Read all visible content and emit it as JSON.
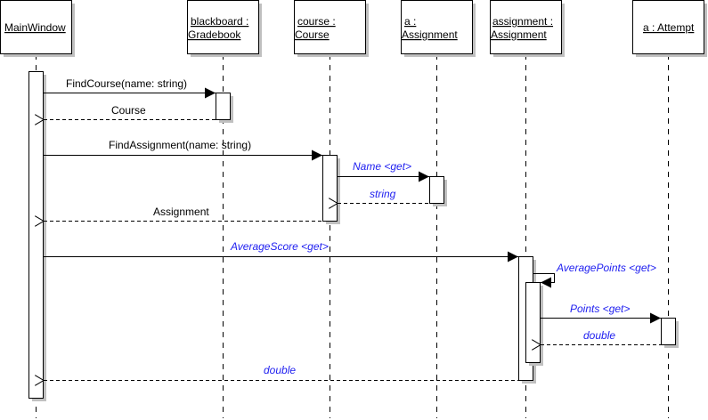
{
  "diagram": {
    "type": "UML sequence diagram",
    "colors": {
      "line": "#000000",
      "shadow": "#c0c0c0",
      "box_fill": "#ffffff",
      "call_label": "#000000",
      "property_label": "#2020f0"
    },
    "participants": [
      {
        "id": "mainwindow",
        "lines": [
          "MainWindow"
        ]
      },
      {
        "id": "blackboard",
        "lines": [
          "blackboard :",
          "Gradebook"
        ]
      },
      {
        "id": "course",
        "lines": [
          "course :",
          "Course"
        ]
      },
      {
        "id": "a-assignment",
        "lines": [
          "a :",
          "Assignment"
        ]
      },
      {
        "id": "assignment",
        "lines": [
          "assignment :",
          "Assignment"
        ]
      },
      {
        "id": "attempt",
        "lines": [
          "a : Attempt"
        ]
      }
    ],
    "messages": [
      {
        "id": "find-course",
        "from": "mainwindow",
        "to": "blackboard",
        "kind": "call",
        "label": "FindCourse(name: string)",
        "style": "call"
      },
      {
        "id": "return-course",
        "from": "blackboard",
        "to": "mainwindow",
        "kind": "return",
        "label": "Course",
        "style": "call"
      },
      {
        "id": "find-assignment",
        "from": "mainwindow",
        "to": "course",
        "kind": "call",
        "label": "FindAssignment(name: string)",
        "style": "call"
      },
      {
        "id": "name-get",
        "from": "course",
        "to": "a-assignment",
        "kind": "call",
        "label": "Name <get>",
        "style": "property"
      },
      {
        "id": "return-string",
        "from": "a-assignment",
        "to": "course",
        "kind": "return",
        "label": "string",
        "style": "property"
      },
      {
        "id": "return-assignment",
        "from": "course",
        "to": "mainwindow",
        "kind": "return",
        "label": "Assignment",
        "style": "call"
      },
      {
        "id": "average-score-get",
        "from": "mainwindow",
        "to": "assignment",
        "kind": "call",
        "label": "AverageScore <get>",
        "style": "property"
      },
      {
        "id": "average-points-get",
        "from": "assignment",
        "to": "assignment",
        "kind": "self-call",
        "label": "AveragePoints <get>",
        "style": "property"
      },
      {
        "id": "points-get",
        "from": "assignment",
        "to": "attempt",
        "kind": "call",
        "label": "Points <get>",
        "style": "property"
      },
      {
        "id": "return-double-points",
        "from": "attempt",
        "to": "assignment",
        "kind": "return",
        "label": "double",
        "style": "property"
      },
      {
        "id": "return-double-score",
        "from": "assignment",
        "to": "mainwindow",
        "kind": "return",
        "label": "double",
        "style": "property"
      }
    ]
  }
}
